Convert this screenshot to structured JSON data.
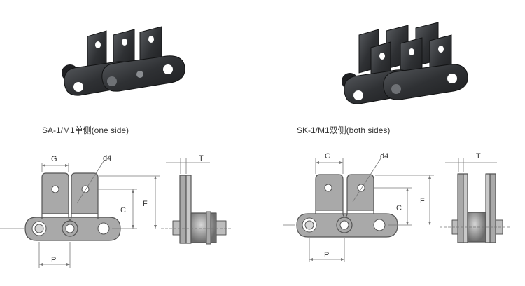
{
  "captions": {
    "left": "SA-1/M1单侧(one side)",
    "right": "SK-1/M1双侧(both sides)"
  },
  "left_drawing": {
    "labels": {
      "g": "G",
      "d4": "d4",
      "t": "T",
      "c": "C",
      "f": "F",
      "p": "P"
    }
  },
  "right_drawing": {
    "labels": {
      "g": "G",
      "d4": "d4",
      "t": "T",
      "c": "C",
      "f": "F",
      "p": "P"
    }
  },
  "colors": {
    "link_fill": "#a9a9a9",
    "link_stroke": "#555555",
    "hole_fill": "#ffffff",
    "steel_dark": "#2f3133",
    "steel_mid": "#4a4d50",
    "dim_line": "#777777"
  }
}
